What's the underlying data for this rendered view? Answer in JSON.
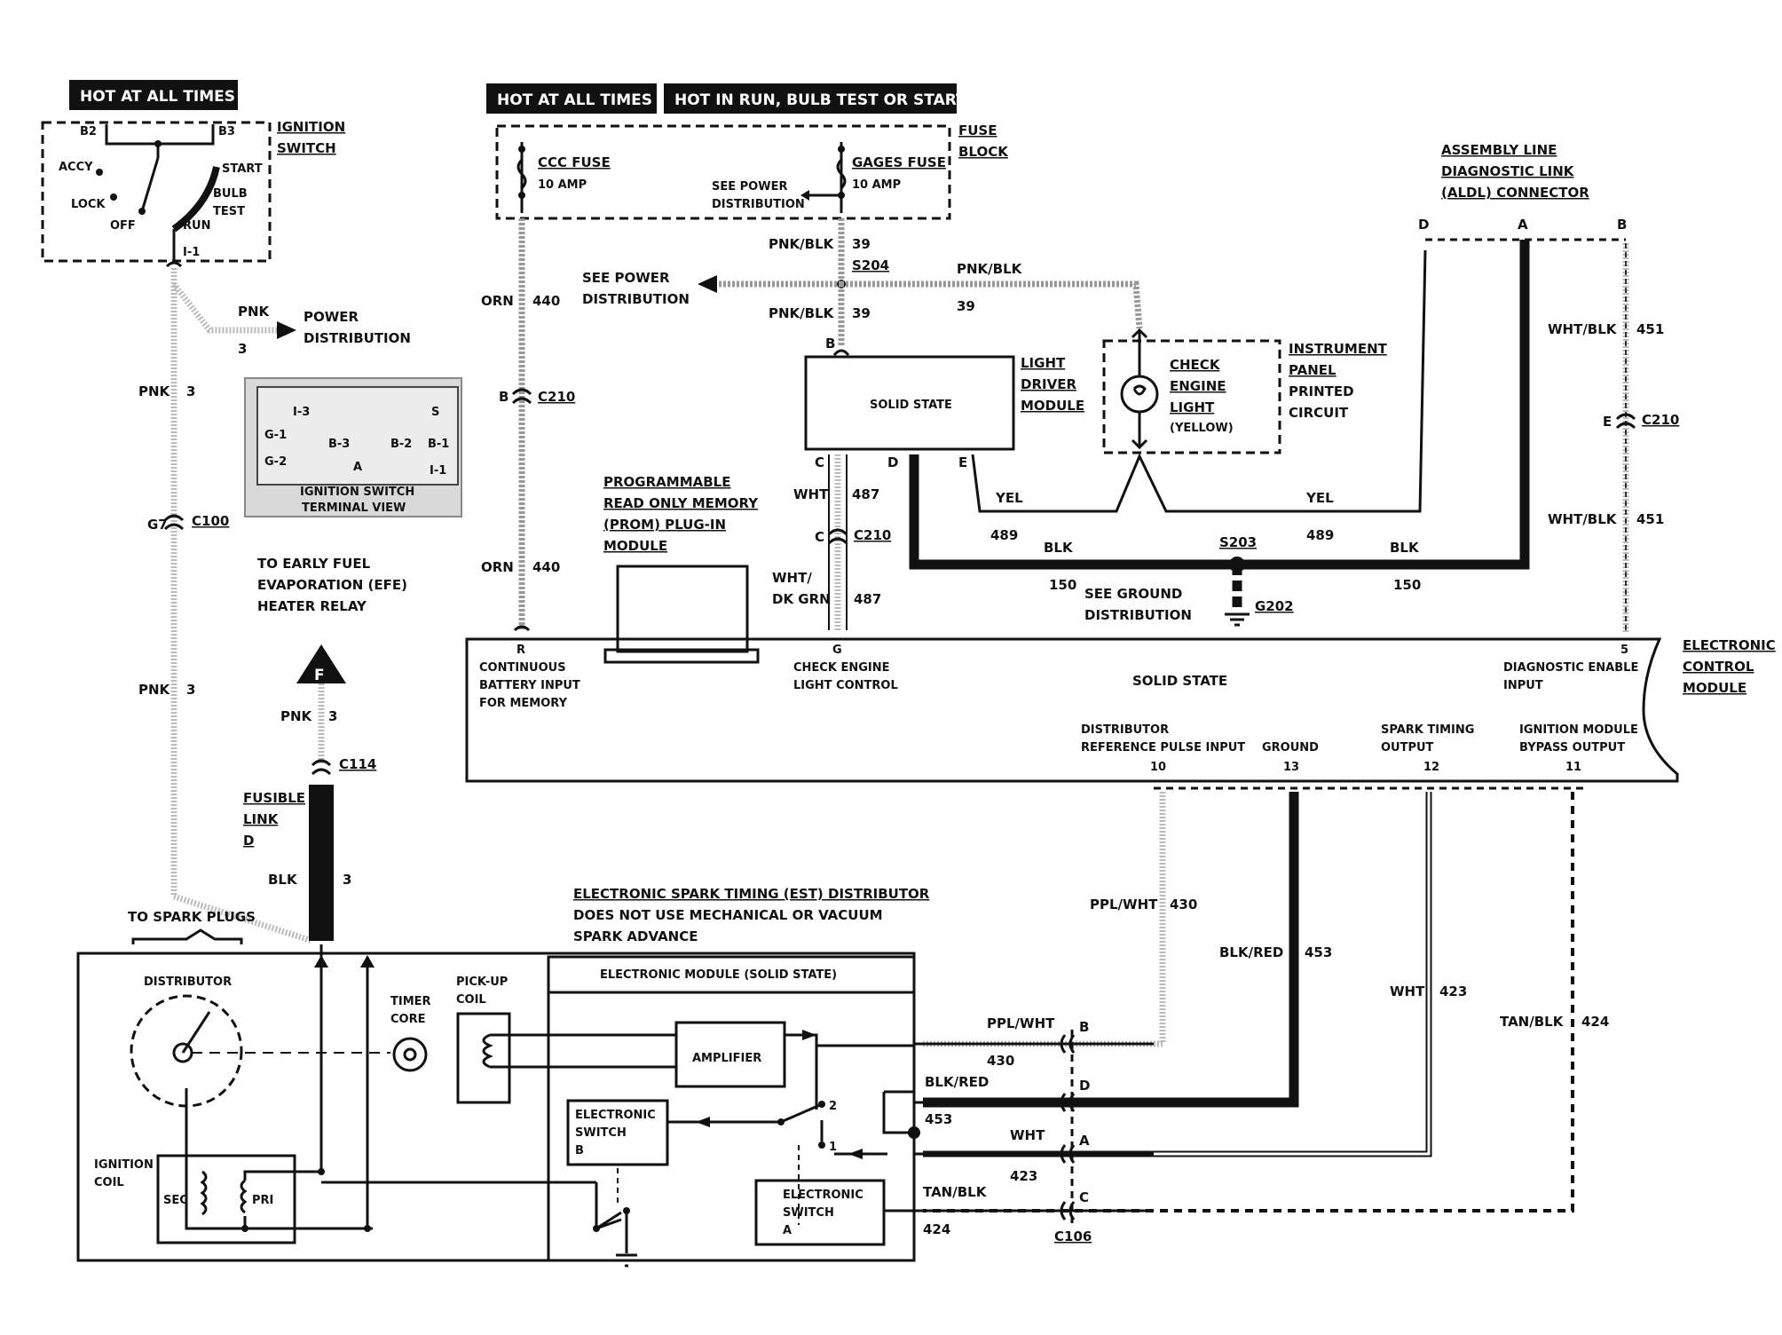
{
  "headers": {
    "hot_left": "HOT AT ALL TIMES",
    "hot_mid": "HOT AT ALL TIMES",
    "hot_run": "HOT IN RUN,  BULB TEST OR START"
  },
  "ignition_switch": {
    "title1": "IGNITION",
    "title2": "SWITCH",
    "b2": "B2",
    "b3": "B3",
    "accy": "ACCY",
    "lock": "LOCK",
    "off": "OFF",
    "run": "RUN",
    "start": "START",
    "bulb": "BULB",
    "test": "TEST",
    "i1": "I-1"
  },
  "terminal_view": {
    "caption1": "IGNITION SWITCH",
    "caption2": "TERMINAL VIEW",
    "labels": [
      "I-3",
      "S",
      "G-1",
      "B-3",
      "B-2",
      "B-1",
      "G-2",
      "A",
      "I-1"
    ]
  },
  "fuse_block": {
    "title1": "FUSE",
    "title2": "BLOCK",
    "ccc_fuse": "CCC FUSE",
    "ccc_amp": "10 AMP",
    "gages_fuse": "GAGES FUSE",
    "gages_amp": "10 AMP",
    "see_power1": "SEE POWER",
    "see_power2": "DISTRIBUTION"
  },
  "power_dist_left": {
    "wire": "PNK",
    "circuit": "3",
    "label1": "POWER",
    "label2": "DISTRIBUTION"
  },
  "power_dist_mid": {
    "label1": "SEE POWER",
    "label2": "DISTRIBUTION"
  },
  "wires": {
    "pnk_blk_39_top": "PNK/BLK",
    "num_39_top": "39",
    "s204": "S204",
    "pnk_blk_39_bot": "PNK/BLK",
    "num_39_bot": "39",
    "pnk_blk_39_right": "PNK/BLK",
    "num_39_right": "39",
    "orn_440_a": "ORN",
    "num_440_a": "440",
    "orn_440_b": "ORN",
    "num_440_b": "440",
    "c210_b": "C210",
    "pin_b": "B",
    "pnk_3_a": "PNK",
    "num_3_a": "3",
    "c100": "C100",
    "g7": "G7",
    "pnk_3_b": "PNK",
    "num_3_b": "3",
    "pnk_3_c": "PNK",
    "num_3_c": "3",
    "c114": "C114",
    "blk_3": "BLK",
    "num_3_blk": "3",
    "wht_487": "WHT",
    "num_487_a": "487",
    "c210_c": "C210",
    "pin_c": "C",
    "wht_dk_grn1": "WHT/",
    "wht_dk_grn2": "DK GRN",
    "num_487_b": "487",
    "yel_l": "YEL",
    "num_489_l": "489",
    "yel_r": "YEL",
    "num_489_r": "489",
    "blk_150_l": "BLK",
    "num_150_l": "150",
    "blk_150_r": "BLK",
    "num_150_r": "150",
    "s203": "S203",
    "g202": "G202",
    "see_ground1": "SEE GROUND",
    "see_ground2": "DISTRIBUTION",
    "wht_blk_451_a": "WHT/BLK",
    "num_451_a": "451",
    "wht_blk_451_b": "WHT/BLK",
    "num_451_b": "451",
    "c210_e": "C210",
    "pin_e": "E",
    "ppl_wht_430": "PPL/WHT",
    "num_430": "430",
    "blk_red_453": "BLK/RED",
    "num_453": "453",
    "wht_423": "WHT",
    "num_423": "423",
    "tan_blk_424": "TAN/BLK",
    "num_424": "424"
  },
  "fusible_link": {
    "l1": "FUSIBLE",
    "l2": "LINK",
    "l3": "D"
  },
  "efe": {
    "l1": "TO EARLY FUEL",
    "l2": "EVAPORATION (EFE)",
    "l3": "HEATER RELAY",
    "marker": "F"
  },
  "aldl": {
    "l1": "ASSEMBLY LINE",
    "l2": "DIAGNOSTIC LINK",
    "l3": "(ALDL) CONNECTOR",
    "pin_d": "D",
    "pin_a": "A",
    "pin_b": "B"
  },
  "light_driver": {
    "body": "SOLID STATE",
    "l1": "LIGHT",
    "l2": "DRIVER",
    "l3": "MODULE",
    "pin_b": "B",
    "pin_c": "C",
    "pin_d": "D",
    "pin_e": "E"
  },
  "check_engine": {
    "l1": "CHECK",
    "l2": "ENGINE",
    "l3": "LIGHT",
    "l4": "(YELLOW)"
  },
  "instrument_panel": {
    "l1": "INSTRUMENT",
    "l2": "PANEL",
    "l3": "PRINTED",
    "l4": "CIRCUIT"
  },
  "prom": {
    "l1": "PROGRAMMABLE",
    "l2": "READ ONLY MEMORY",
    "l3": "(PROM) PLUG-IN",
    "l4": "MODULE"
  },
  "ecm": {
    "title1": "ELECTRONIC",
    "title2": "CONTROL",
    "title3": "MODULE",
    "body": "SOLID STATE",
    "pin_r": "R",
    "r1": "CONTINUOUS",
    "r2": "BATTERY INPUT",
    "r3": "FOR MEMORY",
    "pin_g": "G",
    "g1": "CHECK ENGINE",
    "g2": "LIGHT CONTROL",
    "pin_5": "5",
    "d1": "DIAGNOSTIC ENABLE",
    "d2": "INPUT",
    "ref1": "DISTRIBUTOR",
    "ref2": "REFERENCE PULSE INPUT",
    "pin_10": "10",
    "gnd": "GROUND",
    "pin_13": "13",
    "sp1": "SPARK TIMING",
    "sp2": "OUTPUT",
    "pin_12": "12",
    "ib1": "IGNITION MODULE",
    "ib2": "BYPASS OUTPUT",
    "pin_11": "11"
  },
  "est": {
    "l1": "ELECTRONIC SPARK TIMING (EST) DISTRIBUTOR",
    "l2": "DOES NOT USE MECHANICAL OR VACUUM",
    "l3": "SPARK ADVANCE"
  },
  "distributor": {
    "to_plugs": "TO SPARK PLUGS",
    "title": "DISTRIBUTOR",
    "timer1": "TIMER",
    "timer2": "CORE",
    "pickup1": "PICK-UP",
    "pickup2": "COIL",
    "emod": "ELECTRONIC MODULE (SOLID STATE)",
    "amplifier": "AMPLIFIER",
    "swb1": "ELECTRONIC",
    "swb2": "SWITCH",
    "swb3": "B",
    "swa1": "ELECTRONIC",
    "swa2": "SWITCH",
    "swa3": "A",
    "coil1": "IGNITION",
    "coil2": "COIL",
    "sec": "SEC",
    "pri": "PRI",
    "sw_2": "2",
    "sw_1": "1",
    "c106": "C106",
    "pin_b": "B",
    "pin_d": "D",
    "pin_a": "A",
    "pin_c": "C"
  }
}
